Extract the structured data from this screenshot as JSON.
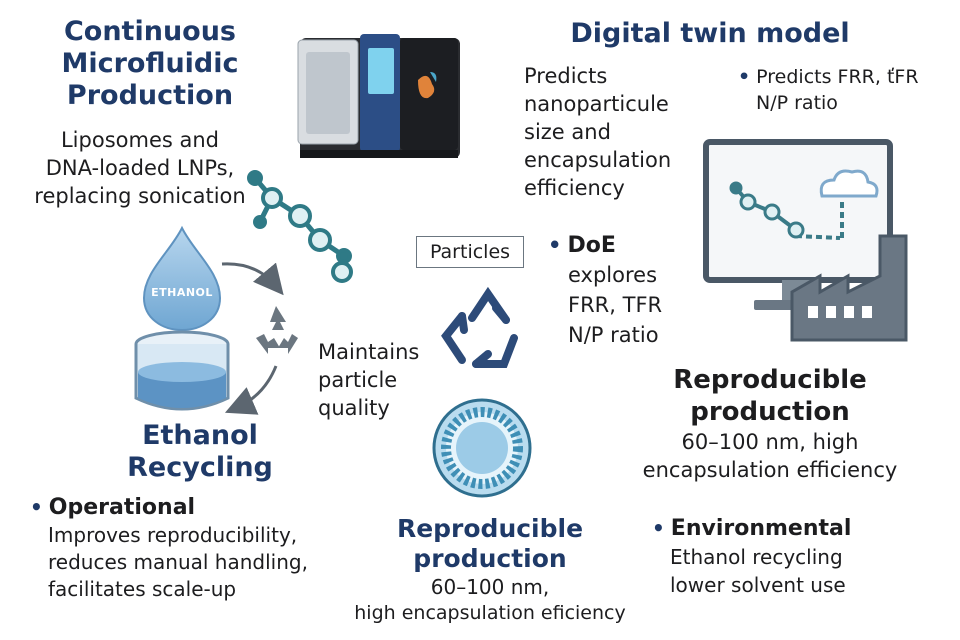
{
  "microfluidic": {
    "title_lines": [
      "Continuous",
      "Microfluidic",
      "Production"
    ],
    "description_lines": [
      "Liposomes and",
      "DNA-loaded LNPs,",
      "replacing sonication"
    ]
  },
  "digital_twin": {
    "title": "Digital twin model",
    "description_lines": [
      "Predicts",
      "nanoparticule",
      "size and",
      "encapsulation",
      "efficiency"
    ],
    "bullet_lines": [
      "Predicts FRR, ťFR",
      "N/P ratio"
    ]
  },
  "doe": {
    "head": "DoE",
    "lines": [
      "explores",
      "FRR, TFR",
      "N/P ratio"
    ]
  },
  "particles_label": "Particles",
  "ethanol": {
    "drop_label": "ETHANOL",
    "title_lines": [
      "Ethanol",
      "Recycling"
    ]
  },
  "maintains_lines": [
    "Maintains",
    "particle",
    "quality"
  ],
  "reproducible_right": {
    "title_lines": [
      "Reproducible",
      "production"
    ],
    "lines": [
      "60–100 nm, high",
      "encapsulation efficiency"
    ]
  },
  "reproducible_center": {
    "title_lines": [
      "Reproducible",
      "production"
    ],
    "lines": [
      "60–100 nm,",
      "high encapsulation eficiency"
    ]
  },
  "operational": {
    "head": "Operational",
    "lines": [
      "Improves reproducibility,",
      "reduces manual handling,",
      "facilitates scale-up"
    ]
  },
  "environmental": {
    "head": "Environmental",
    "lines": [
      "Ethanol recycling",
      "lower solvent use"
    ]
  },
  "colors": {
    "navy": "#1f3a68",
    "teal": "#3f8a96",
    "light_blue": "#9cc6e3",
    "gray": "#8a949e"
  }
}
